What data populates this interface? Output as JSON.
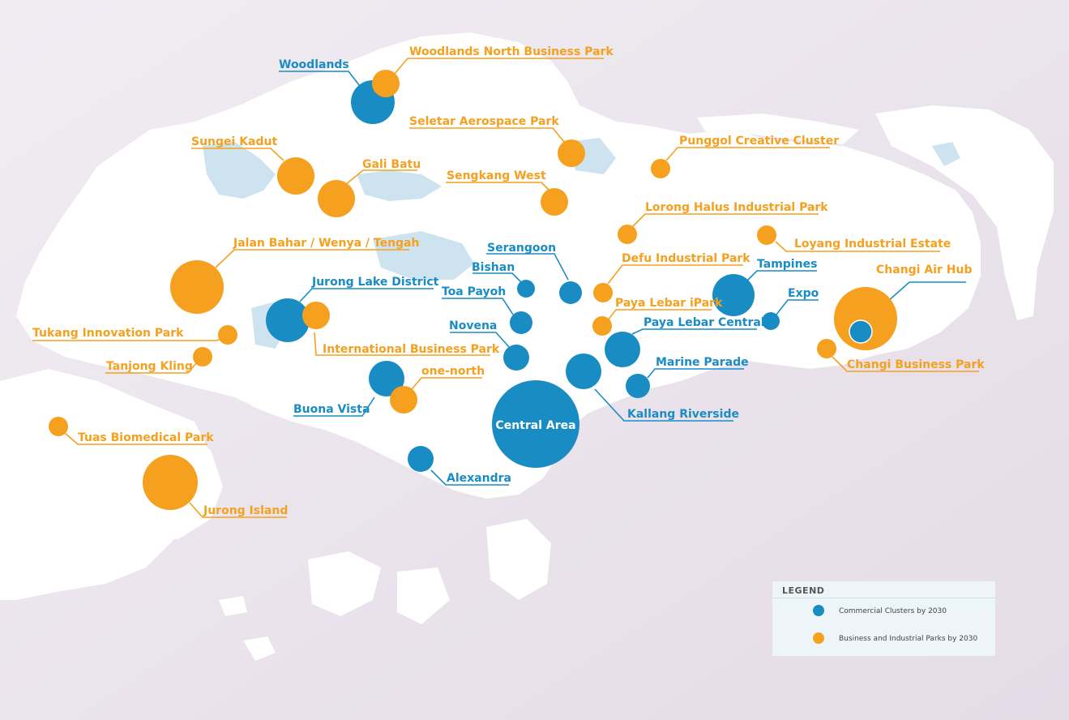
{
  "colors": {
    "background": "#ece6ee",
    "land": "#ffffff",
    "water": "#cde4f0",
    "commercial": "#1a8cc4",
    "industrial": "#f5a01e"
  },
  "legend": {
    "title": "LEGEND",
    "commercial_label": "Commercial Clusters by 2030",
    "industrial_label": "Business and Industrial Parks by 2030"
  },
  "commercial_clusters": [
    {
      "id": "woodlands",
      "label": "Woodlands"
    },
    {
      "id": "serangoon",
      "label": "Serangoon"
    },
    {
      "id": "bishan",
      "label": "Bishan"
    },
    {
      "id": "jurong-lake-district",
      "label": "Jurong Lake District"
    },
    {
      "id": "toa-payoh",
      "label": "Toa Payoh"
    },
    {
      "id": "novena",
      "label": "Novena"
    },
    {
      "id": "buona-vista",
      "label": "Buona Vista"
    },
    {
      "id": "central-area",
      "label": "Central Area"
    },
    {
      "id": "alexandra",
      "label": "Alexandra"
    },
    {
      "id": "kallang-riverside",
      "label": "Kallang Riverside"
    },
    {
      "id": "marine-parade",
      "label": "Marine Parade"
    },
    {
      "id": "paya-lebar-central",
      "label": "Paya Lebar Central"
    },
    {
      "id": "tampines",
      "label": "Tampines"
    },
    {
      "id": "expo",
      "label": "Expo"
    },
    {
      "id": "changi-air-hub",
      "label": "Changi Air Hub"
    }
  ],
  "industrial_parks": [
    {
      "id": "woodlands-north-business-park",
      "label": "Woodlands North Business Park"
    },
    {
      "id": "seletar-aerospace-park",
      "label": "Seletar Aerospace Park"
    },
    {
      "id": "punggol-creative-cluster",
      "label": "Punggol Creative Cluster"
    },
    {
      "id": "sungei-kadut",
      "label": "Sungei Kadut"
    },
    {
      "id": "gali-batu",
      "label": "Gali Batu"
    },
    {
      "id": "sengkang-west",
      "label": "Sengkang West"
    },
    {
      "id": "lorong-halus-industrial-park",
      "label": "Lorong Halus Industrial Park"
    },
    {
      "id": "loyang-industrial-estate",
      "label": "Loyang Industrial Estate"
    },
    {
      "id": "jalan-bahar",
      "label": "Jalan Bahar / Wenya / Tengah"
    },
    {
      "id": "defu-industrial-park",
      "label": "Defu Industrial Park"
    },
    {
      "id": "paya-lebar-ipark",
      "label": "Paya Lebar iPark"
    },
    {
      "id": "tukang-innovation-park",
      "label": "Tukang Innovation Park"
    },
    {
      "id": "international-business-park",
      "label": "International Business Park"
    },
    {
      "id": "tanjong-kling",
      "label": "Tanjong Kling"
    },
    {
      "id": "one-north",
      "label": "one-north"
    },
    {
      "id": "tuas-biomedical-park",
      "label": "Tuas Biomedical Park"
    },
    {
      "id": "jurong-island",
      "label": "Jurong Island"
    },
    {
      "id": "changi-business-park",
      "label": "Changi Business Park"
    }
  ]
}
